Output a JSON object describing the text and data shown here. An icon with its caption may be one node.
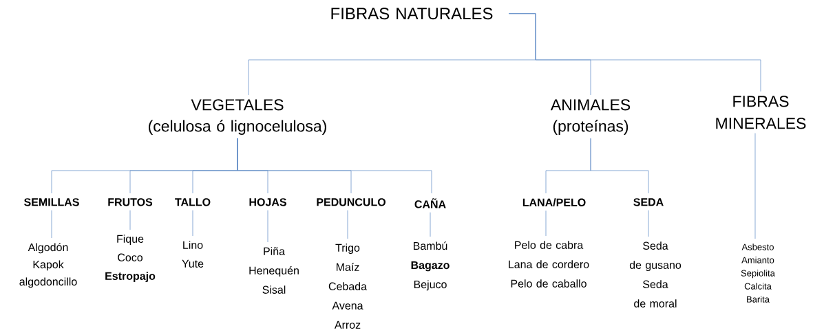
{
  "diagram": {
    "nodes": [
      {
        "text": [
          "FIBRAS NATURALES"
        ]
      },
      {
        "text": [
          "VEGETALES",
          "(celulosa ó lignocelulosa)"
        ]
      },
      {
        "text": [
          "ANIMALES",
          "(proteínas)"
        ]
      },
      {
        "text": [
          "FIBRAS MINERALES"
        ]
      },
      {
        "text": [
          "SEMILLAS"
        ]
      },
      {
        "text": [
          "FRUTOS"
        ]
      },
      {
        "text": [
          "TALLO"
        ]
      },
      {
        "text": [
          "HOJAS"
        ]
      },
      {
        "text": [
          "PEDUNCULO"
        ]
      },
      {
        "text": [
          "CAÑA"
        ]
      },
      {
        "text": [
          "LANA/PELO"
        ]
      },
      {
        "text": [
          "SEDA"
        ]
      },
      {
        "text": [
          "Algodón",
          "Kapok",
          "algodoncillo"
        ]
      },
      {
        "text": [
          "Fique",
          "Coco",
          "**Estropajo**"
        ]
      },
      {
        "text": [
          "Lino",
          "Yute"
        ]
      },
      {
        "text": [
          "Piña",
          "Henequén",
          "Sisal"
        ]
      },
      {
        "text": [
          "Trigo",
          "Maíz",
          "Cebada",
          "Avena",
          "Arroz"
        ]
      },
      {
        "text": [
          "Bambú",
          "**Bagazo**",
          "Bejuco"
        ]
      },
      {
        "text": [
          "Pelo de cabra",
          "Lana de cordero",
          "Pelo de caballo"
        ]
      },
      {
        "text": [
          "Seda de gusano",
          "Seda de moral"
        ]
      },
      {
        "text": [
          "Asbesto",
          "Amianto",
          "Sepiolita",
          "Calcita",
          "Barita"
        ]
      }
    ],
    "edges": [
      {
        "from": 0,
        "to": 1,
        "arrow": "none"
      },
      {
        "from": 0,
        "to": 2,
        "arrow": "none"
      },
      {
        "from": 0,
        "to": 3,
        "arrow": "none"
      },
      {
        "from": 1,
        "to": 4,
        "arrow": "none"
      },
      {
        "from": 1,
        "to": 5,
        "arrow": "none"
      },
      {
        "from": 1,
        "to": 6,
        "arrow": "none"
      },
      {
        "from": 1,
        "to": 7,
        "arrow": "none"
      },
      {
        "from": 1,
        "to": 8,
        "arrow": "none"
      },
      {
        "from": 1,
        "to": 9,
        "arrow": "none"
      },
      {
        "from": 2,
        "to": 10,
        "arrow": "none"
      },
      {
        "from": 2,
        "to": 11,
        "arrow": "none"
      },
      {
        "from": 4,
        "to": 12,
        "arrow": "none"
      },
      {
        "from": 5,
        "to": 13,
        "arrow": "none"
      },
      {
        "from": 6,
        "to": 14,
        "arrow": "none"
      },
      {
        "from": 7,
        "to": 15,
        "arrow": "none"
      },
      {
        "from": 8,
        "to": 16,
        "arrow": "none"
      },
      {
        "from": 9,
        "to": 17,
        "arrow": "none"
      },
      {
        "from": 10,
        "to": 18,
        "arrow": "none"
      },
      {
        "from": 11,
        "to": 19,
        "arrow": "none"
      },
      {
        "from": 3,
        "to": 20,
        "arrow": "none"
      }
    ]
  }
}
